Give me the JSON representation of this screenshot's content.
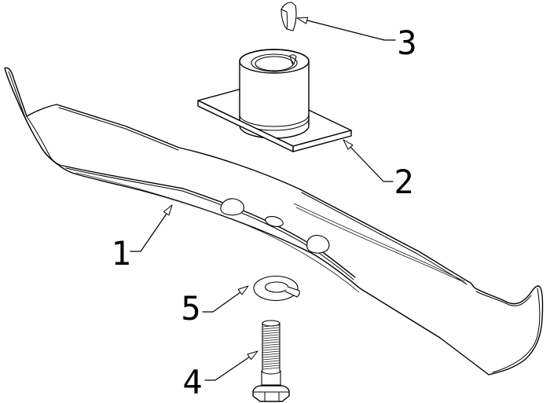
{
  "diagram": {
    "kind": "exploded-parts-line-drawing",
    "background_color": "#ffffff",
    "line_color": "#000000",
    "callouts": [
      {
        "label": "1",
        "points_to": "blade"
      },
      {
        "label": "2",
        "points_to": "blade-adapter"
      },
      {
        "label": "3",
        "points_to": "key"
      },
      {
        "label": "4",
        "points_to": "hex-bolt"
      },
      {
        "label": "5",
        "points_to": "lock-washer"
      }
    ]
  }
}
